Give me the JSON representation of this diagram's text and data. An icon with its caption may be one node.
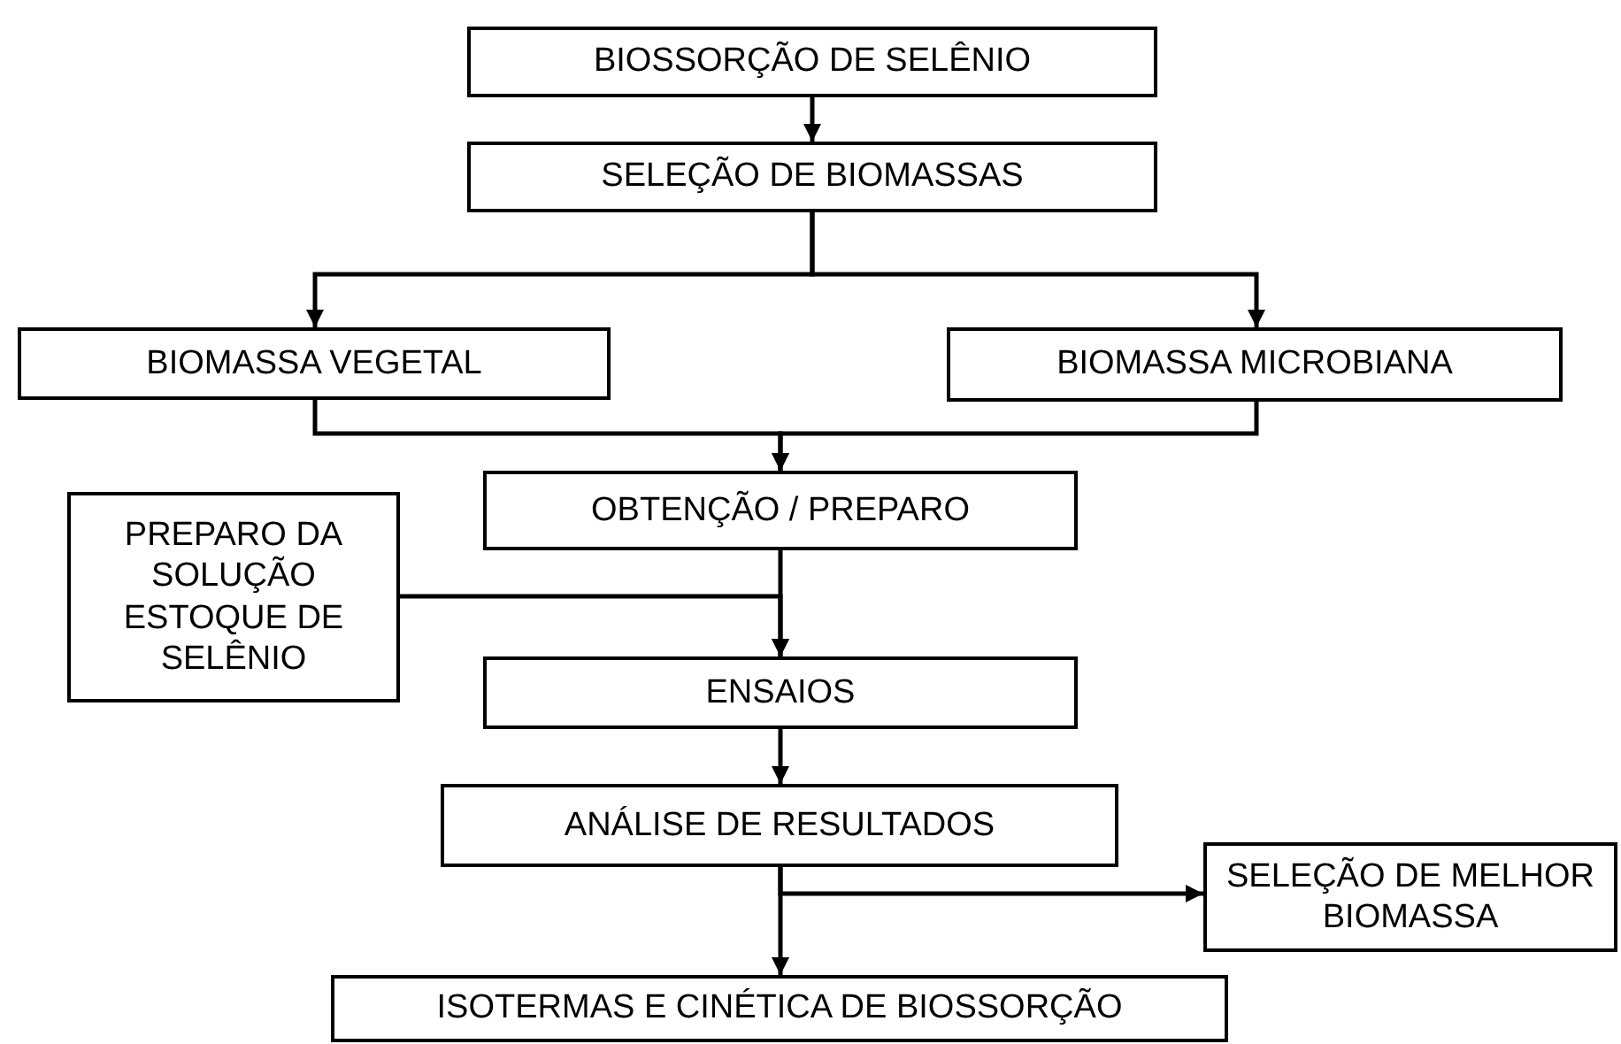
{
  "diagram": {
    "nodes": [
      {
        "text": [
          "BIOSSORÇÃO DE SELÊNIO"
        ]
      },
      {
        "text": [
          "SELEÇÃO DE BIOMASSAS"
        ]
      },
      {
        "text": [
          "BIOMASSA VEGETAL"
        ]
      },
      {
        "text": [
          "BIOMASSA MICROBIANA"
        ]
      },
      {
        "text": [
          "OBTENÇÃO / PREPARO"
        ]
      },
      {
        "text": [
          "PREPARO DA SOLUÇÃO ESTOQUE DE SELÊNIO"
        ]
      },
      {
        "text": [
          "ENSAIOS"
        ]
      },
      {
        "text": [
          "ANÁLISE DE RESULTADOS"
        ]
      },
      {
        "text": [
          "SELEÇÃO DE MELHOR BIOMASSA"
        ]
      },
      {
        "text": [
          "ISOTERMAS E CINÉTICA DE BIOSSORÇÃO"
        ]
      }
    ],
    "edges": [
      {
        "from": 0,
        "to": 1,
        "arrow": "to"
      },
      {
        "from": 1,
        "to": 2,
        "arrow": "to"
      },
      {
        "from": 1,
        "to": 3,
        "arrow": "to"
      },
      {
        "from": 2,
        "to": 4,
        "arrow": "to"
      },
      {
        "from": 3,
        "to": 4,
        "arrow": "to"
      },
      {
        "from": 4,
        "to": 6,
        "arrow": "to"
      },
      {
        "from": 5,
        "to": 6,
        "arrow": "to"
      },
      {
        "from": 6,
        "to": 7,
        "arrow": "to"
      },
      {
        "from": 7,
        "to": 8,
        "arrow": "to"
      },
      {
        "from": 7,
        "to": 9,
        "arrow": "to"
      }
    ]
  }
}
